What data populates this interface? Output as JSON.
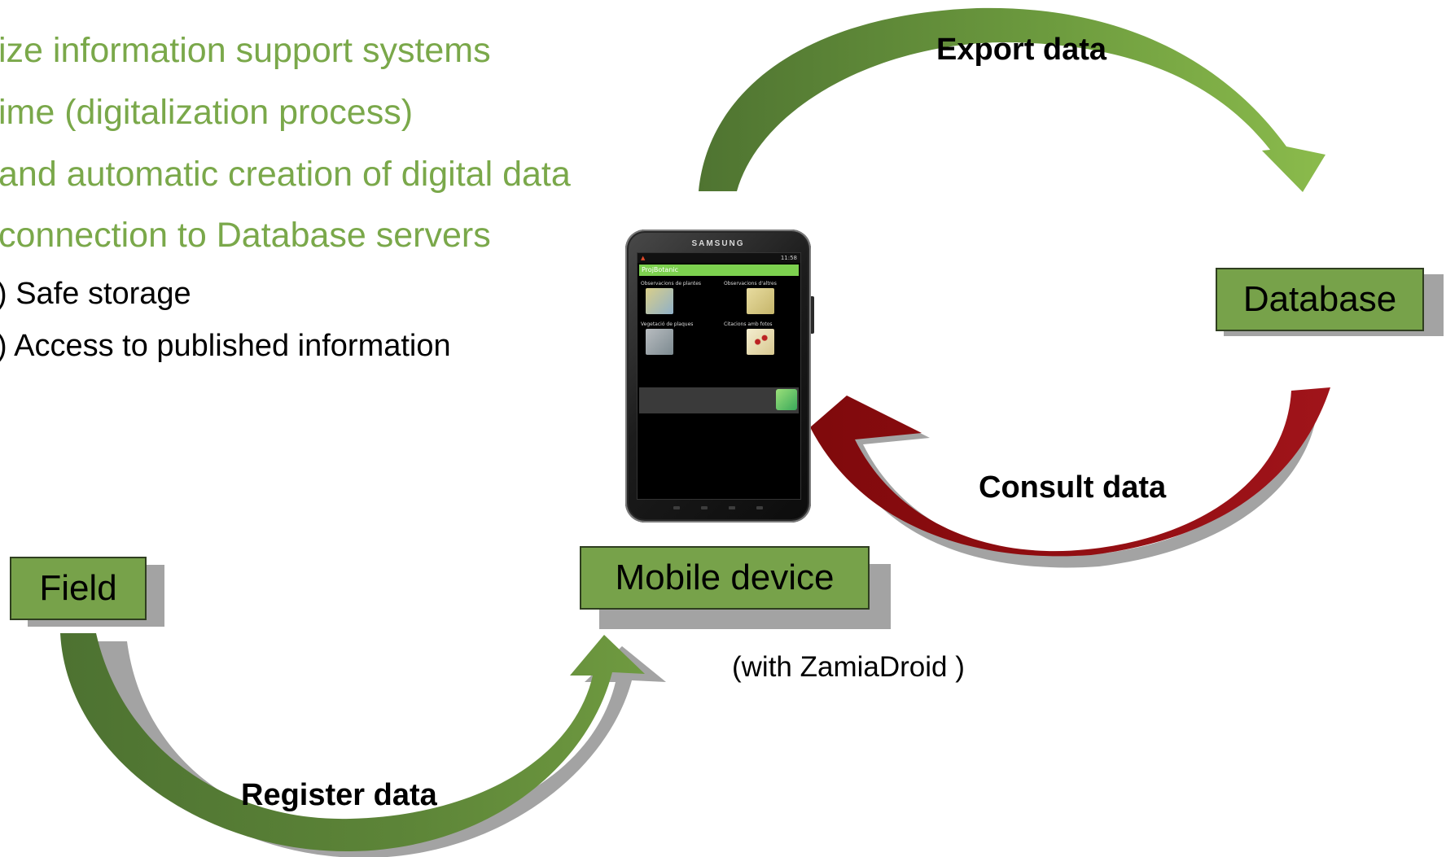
{
  "bullets": [
    {
      "text": "ize information support systems",
      "level": 1
    },
    {
      "text": "ime (digitalization process)",
      "level": 1
    },
    {
      "text": "and automatic creation of digital data",
      "level": 1
    },
    {
      "text": "connection to Database servers",
      "level": 1
    },
    {
      "text": ") Safe storage",
      "level": 2
    },
    {
      "text": ") Access to published information",
      "level": 2
    }
  ],
  "nodes": {
    "field": "Field",
    "mobile_device": "Mobile device",
    "database": "Database"
  },
  "flows": {
    "export": "Export data",
    "consult": "Consult data",
    "register": "Register data"
  },
  "caption": "(with ZamiaDroid )",
  "tablet": {
    "brand": "SAMSUNG",
    "status_text": "11:58",
    "app_title": "ProjBotanic",
    "tiles": [
      {
        "label": "Observacions de plantes"
      },
      {
        "label": "Observacions d'altres"
      },
      {
        "label": "Vegetació de plaques"
      },
      {
        "label": "Citacions amb fotos"
      }
    ]
  },
  "colors": {
    "bullet_green": "#7aa84a",
    "box_fill": "#77a24a",
    "arrow_green_dark": "#537a34",
    "arrow_green_light": "#86b64a",
    "arrow_red_dark": "#8a0a0c",
    "arrow_red_light": "#a11016",
    "shadow_gray": "#a3a3a3"
  }
}
